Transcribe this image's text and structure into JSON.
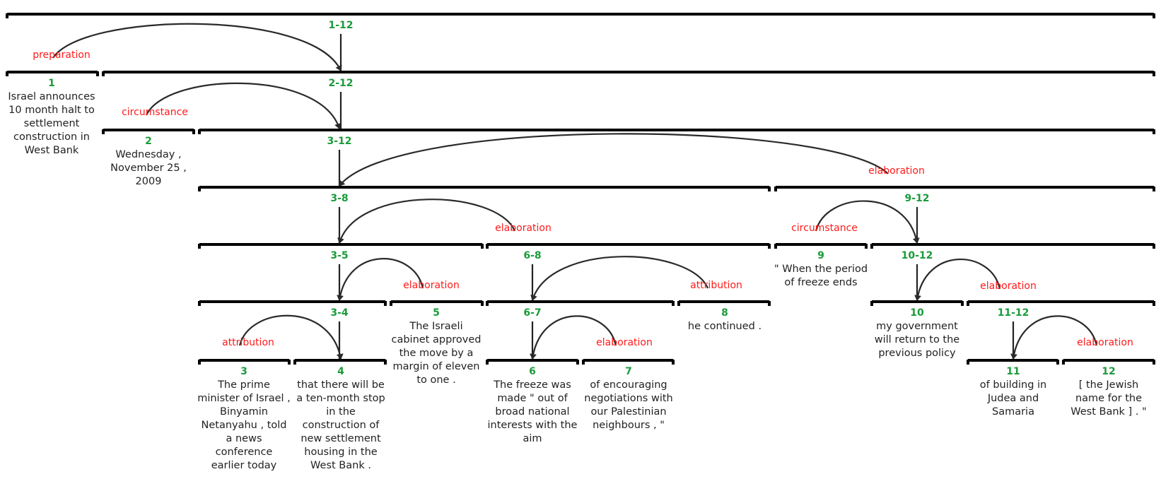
{
  "edus": [
    {
      "id": "1",
      "text": [
        "Israel announces",
        "10 month halt to",
        "settlement",
        "construction in",
        "West Bank"
      ]
    },
    {
      "id": "2",
      "text": [
        "Wednesday ,",
        "November 25 ,",
        "2009"
      ]
    },
    {
      "id": "3",
      "text": [
        "The prime",
        "minister of Israel ,",
        "Binyamin",
        "Netanyahu , told",
        "a news",
        "conference",
        "earlier today"
      ]
    },
    {
      "id": "4",
      "text": [
        "that there will be",
        "a ten-month stop",
        "in the",
        "construction of",
        "new settlement",
        "housing in the",
        "West Bank ."
      ]
    },
    {
      "id": "5",
      "text": [
        "The Israeli",
        "cabinet approved",
        "the move by a",
        "margin of eleven",
        "to one ."
      ]
    },
    {
      "id": "6",
      "text": [
        "The freeze was",
        "made \" out of",
        "broad national",
        "interests with the",
        "aim"
      ]
    },
    {
      "id": "7",
      "text": [
        "of encouraging",
        "negotiations with",
        "our Palestinian",
        "neighbours , \""
      ]
    },
    {
      "id": "8",
      "text": [
        "he continued ."
      ]
    },
    {
      "id": "9",
      "text": [
        "\" When the period",
        "of freeze ends"
      ]
    },
    {
      "id": "10",
      "text": [
        "my government",
        "will return to the",
        "previous policy"
      ]
    },
    {
      "id": "11",
      "text": [
        "of building in",
        "Judea and",
        "Samaria"
      ]
    },
    {
      "id": "12",
      "text": [
        "[ the Jewish",
        "name for the",
        "West Bank ] . \""
      ]
    }
  ],
  "spans": [
    {
      "id": "1-12"
    },
    {
      "id": "2-12"
    },
    {
      "id": "3-12"
    },
    {
      "id": "3-8"
    },
    {
      "id": "9-12"
    },
    {
      "id": "3-5"
    },
    {
      "id": "6-8"
    },
    {
      "id": "10-12"
    },
    {
      "id": "3-4"
    },
    {
      "id": "6-7"
    },
    {
      "id": "11-12"
    }
  ],
  "relations": [
    {
      "label": "preparation",
      "satellite": "1",
      "nucleus": "2-12"
    },
    {
      "label": "circumstance",
      "satellite": "2",
      "nucleus": "3-12"
    },
    {
      "label": "elaboration",
      "satellite": "9-12",
      "nucleus": "3-8"
    },
    {
      "label": "elaboration",
      "satellite": "6-8",
      "nucleus": "3-5"
    },
    {
      "label": "circumstance",
      "satellite": "9",
      "nucleus": "10-12"
    },
    {
      "label": "elaboration",
      "satellite": "5",
      "nucleus": "3-4"
    },
    {
      "label": "attribution",
      "satellite": "8",
      "nucleus": "6-7"
    },
    {
      "label": "elaboration",
      "satellite": "11-12",
      "nucleus": "10"
    },
    {
      "label": "attribution",
      "satellite": "3",
      "nucleus": "4"
    },
    {
      "label": "elaboration",
      "satellite": "7",
      "nucleus": "6"
    },
    {
      "label": "elaboration",
      "satellite": "12",
      "nucleus": "11"
    }
  ],
  "colors": {
    "span_label": "#1a9b3a",
    "relation_label": "#ff1a1a",
    "line": "#000000"
  }
}
